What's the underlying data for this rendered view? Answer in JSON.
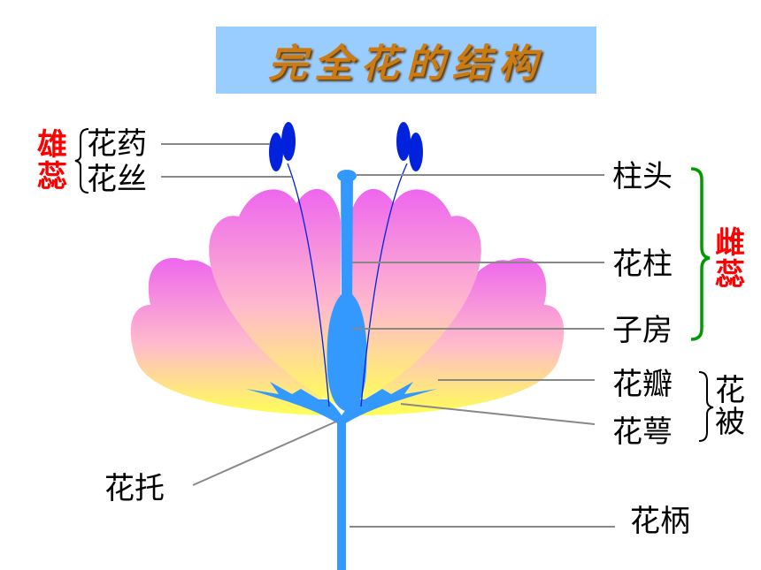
{
  "title": "完全花的结构",
  "labels": {
    "stamen": "雄蕊",
    "anther": "花药",
    "filament": "花丝",
    "stigma": "柱头",
    "style": "花柱",
    "ovary": "子房",
    "pistil": "雌蕊",
    "petal": "花瓣",
    "sepal": "花萼",
    "perianth": "花被",
    "receptacle": "花托",
    "pedicel": "花柄"
  },
  "colors": {
    "petal_top": "#ee66ee",
    "petal_bottom": "#ffff55",
    "structure": "#3399ff",
    "anther": "#0022dd",
    "pistil_bracket": "#009900",
    "emphasis": "#ff0000",
    "title_bg": "#99ccff",
    "title_text": "#cc7a12"
  }
}
